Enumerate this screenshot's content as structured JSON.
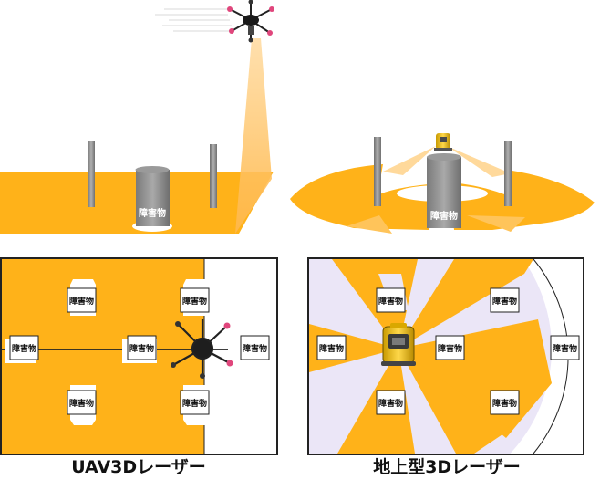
{
  "obstacle_label": "障害物",
  "captions": {
    "uav": "UAV3Dレーザー",
    "ground": "地上型3Dレーザー"
  },
  "colors": {
    "orange": "#ffb219",
    "light_orange": "#ffc45a",
    "shadow_purple": "#ebe6f7",
    "pillar_gray": "#8e8e8e",
    "frame": "#222222"
  }
}
